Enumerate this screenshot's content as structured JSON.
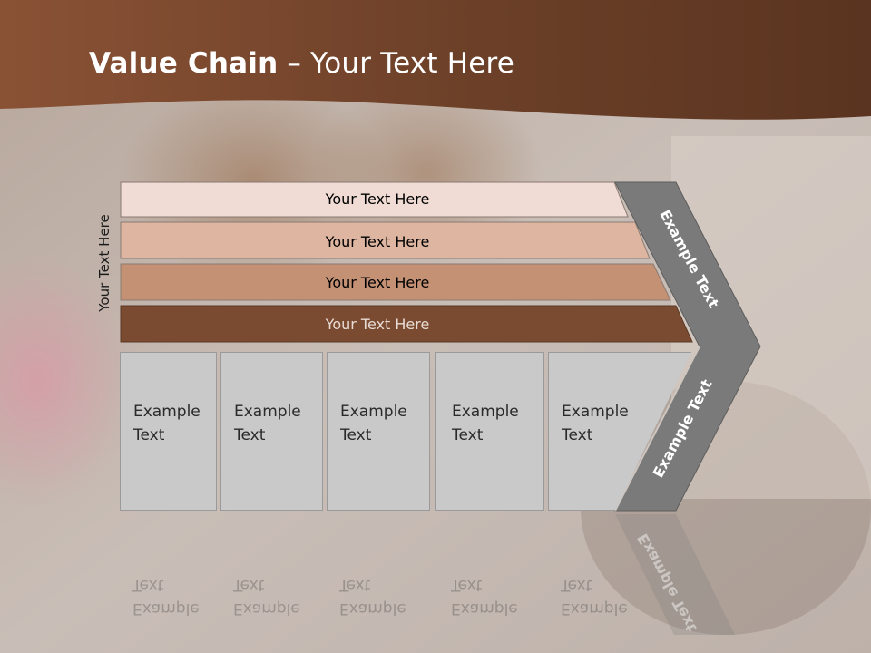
{
  "title": {
    "bold": "Value Chain",
    "rest": " – Your Text Here"
  },
  "side_label": "Your Text Here",
  "bars": [
    {
      "label": "Your Text Here",
      "color": "#f0dcd4"
    },
    {
      "label": "Your Text Here",
      "color": "#ddb5a0"
    },
    {
      "label": "Your Text Here",
      "color": "#c49174"
    },
    {
      "label": "Your Text Here",
      "color": "#7b4b31"
    }
  ],
  "boxes": [
    {
      "line1": "Example",
      "line2": "Text"
    },
    {
      "line1": "Example",
      "line2": "Text"
    },
    {
      "line1": "Example",
      "line2": "Text"
    },
    {
      "line1": "Example",
      "line2": "Text"
    },
    {
      "line1": "Example",
      "line2": "Text"
    }
  ],
  "chevron": {
    "upper": "Example Text",
    "lower": "Example Text",
    "color": "#7a7a7a"
  },
  "colors": {
    "header": "#6b3f28",
    "background": "#c9bdb6"
  }
}
